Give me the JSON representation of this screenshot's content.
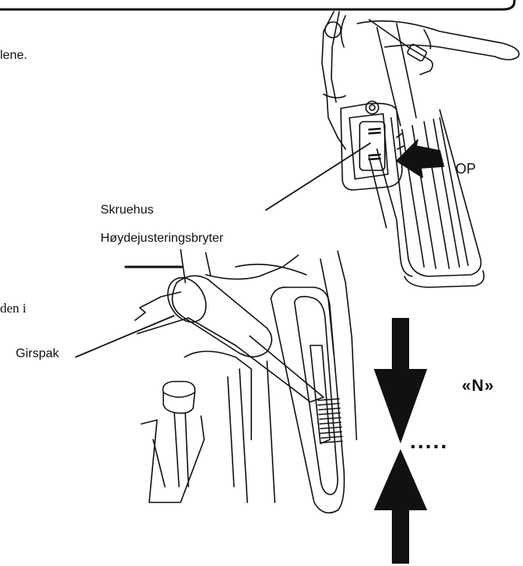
{
  "fragments": {
    "line1_tail": "lene.",
    "line2_tail": "den i"
  },
  "labels": {
    "screw_housing": "Skruehus",
    "height_switch": "Høydejusteringsbryter",
    "gear_lever": "Girspak",
    "op": "OP",
    "neutral": "«N»",
    "dots": "....."
  }
}
